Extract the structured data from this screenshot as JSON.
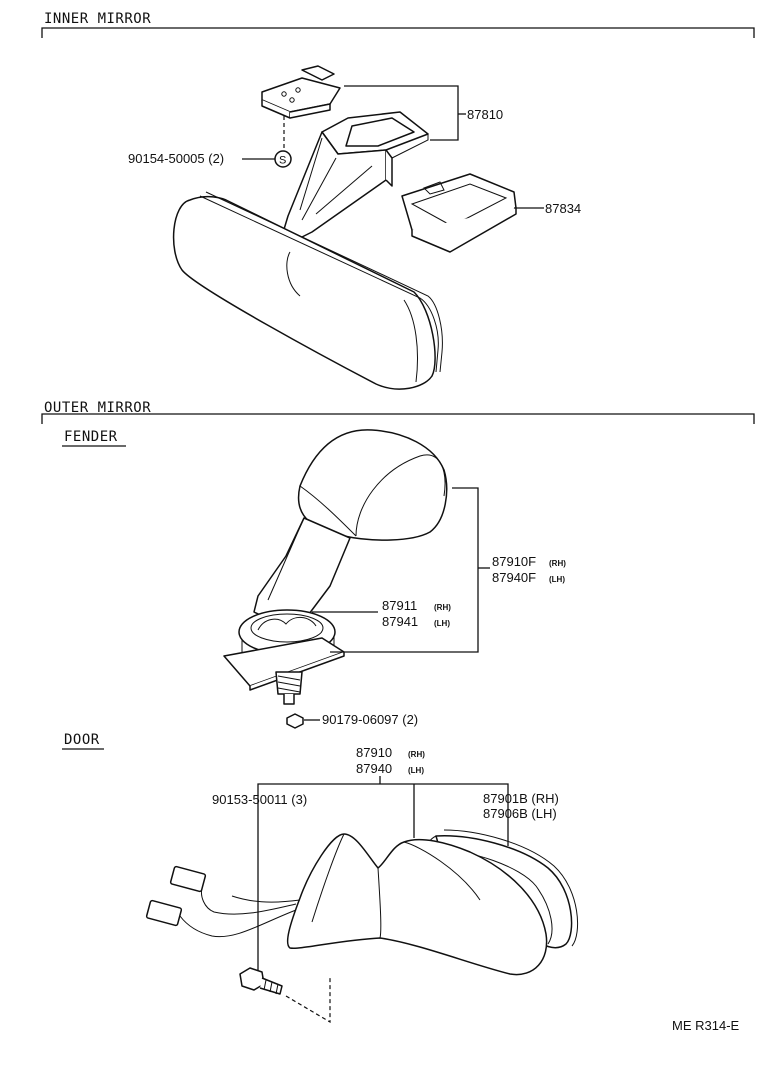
{
  "sections": {
    "inner_mirror": "INNER MIRROR",
    "outer_mirror": "OUTER MIRROR",
    "fender": "FENDER",
    "door": "DOOR"
  },
  "parts": {
    "p87810": "87810",
    "p90154": "90154-50005 (2)",
    "s_mark": "S",
    "p87834": "87834",
    "p87910F_rh": "87910F",
    "p87910F_rh_sub": "(RH)",
    "p87940F_lh": "87940F",
    "p87940F_lh_sub": "(LH)",
    "p87911_rh": "87911",
    "p87911_rh_sub": "(RH)",
    "p87941_lh": "87941",
    "p87941_lh_sub": "(LH)",
    "p90179": "90179-06097 (2)",
    "p87910_rh": "87910",
    "p87910_rh_sub": "(RH)",
    "p87940_lh": "87940",
    "p87940_lh_sub": "(LH)",
    "p90153": "90153-50011 (3)",
    "p87901B_rh": "87901B (RH)",
    "p87906B_lh": "87906B (LH)"
  },
  "footer": {
    "code": "ME R314-E"
  }
}
